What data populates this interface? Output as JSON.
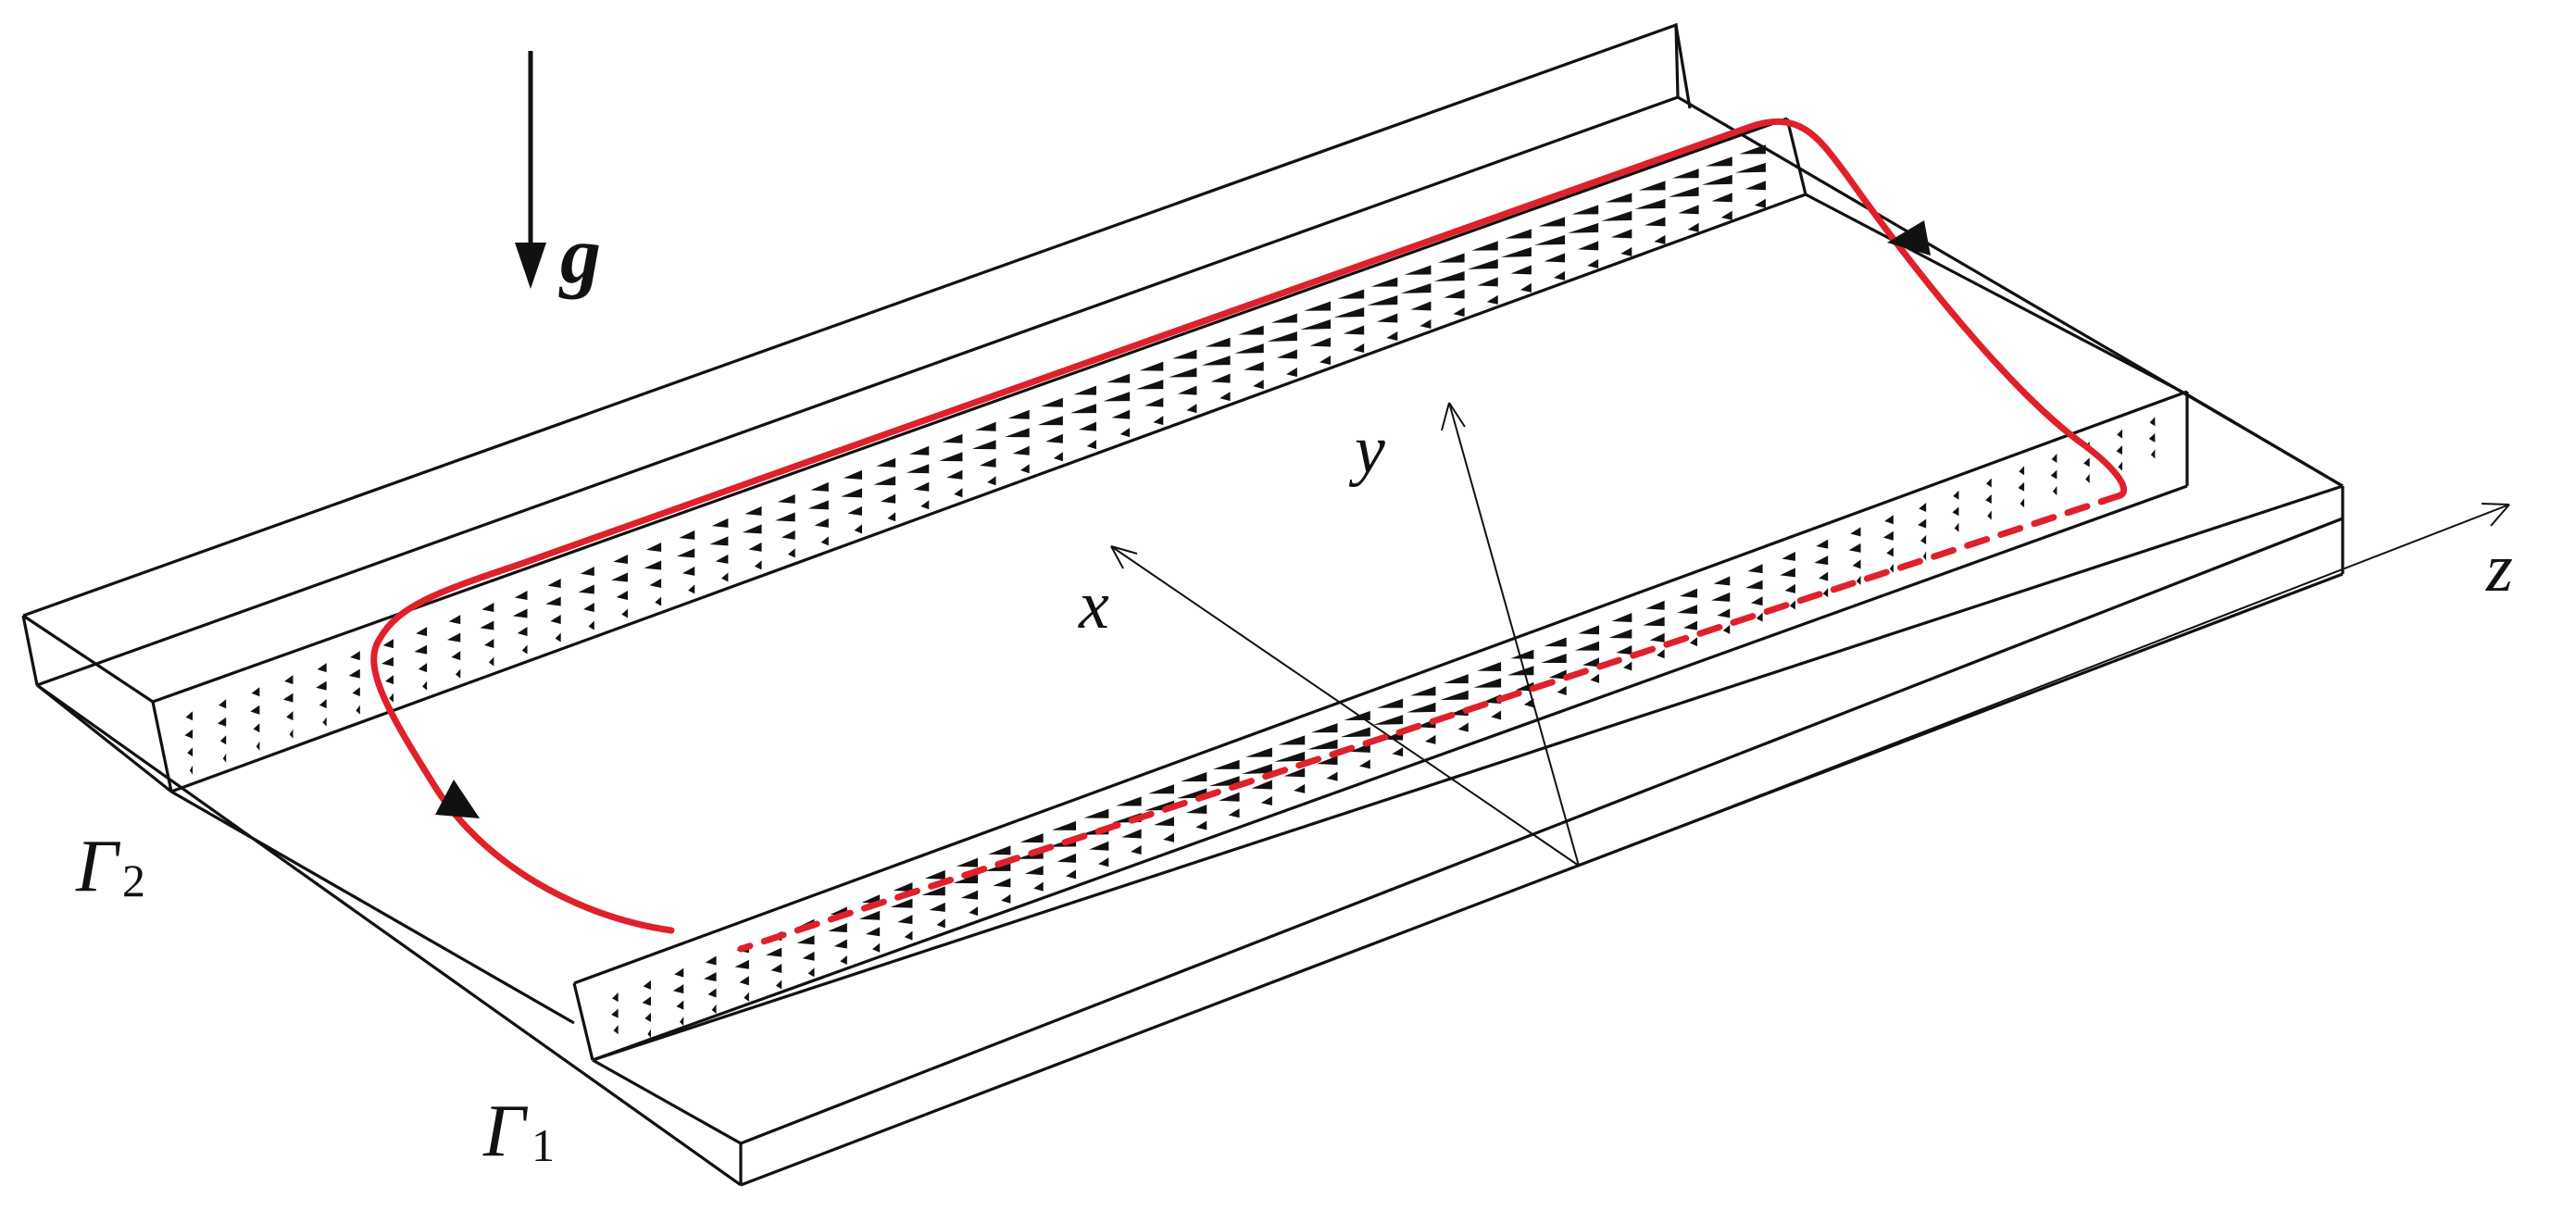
{
  "labels": {
    "gravity": "g",
    "x_axis": "x",
    "y_axis": "y",
    "z_axis": "z",
    "gamma1_main": "Γ",
    "gamma1_sub": "1",
    "gamma2_main": "Γ",
    "gamma2_sub": "2"
  },
  "colors": {
    "flow": "#e0202a",
    "lines": "#111111"
  },
  "icons": {
    "gravity": "down-arrow-icon",
    "flow_direction": "arrowhead-icon"
  }
}
